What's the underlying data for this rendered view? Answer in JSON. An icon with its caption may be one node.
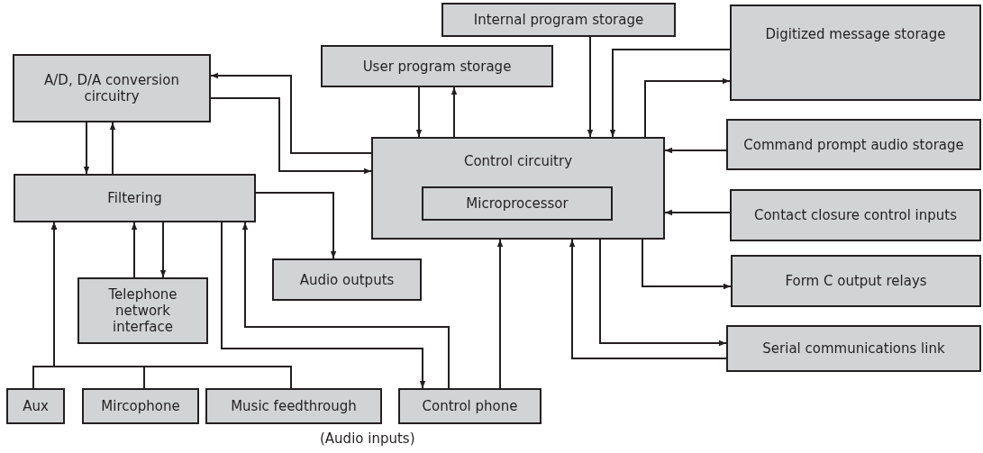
{
  "diagram": {
    "nodes": [
      {
        "text": [
          "Internal program storage"
        ]
      },
      {
        "text": [
          "Digitized message storage"
        ]
      },
      {
        "text": [
          "A/D, D/A conversion circuitry"
        ]
      },
      {
        "text": [
          "User program storage"
        ]
      },
      {
        "text": [
          "Control circuitry"
        ]
      },
      {
        "text": [
          "Microprocessor"
        ],
        "in": 4
      },
      {
        "text": [
          "Command prompt audio storage"
        ]
      },
      {
        "text": [
          "Filtering"
        ]
      },
      {
        "text": [
          "Contact closure control inputs"
        ]
      },
      {
        "text": [
          "Audio outputs"
        ]
      },
      {
        "text": [
          "Form C output relays"
        ]
      },
      {
        "text": [
          "Telephone network interface"
        ]
      },
      {
        "text": [
          "Serial communications link"
        ]
      },
      {
        "text": [
          "Aux"
        ]
      },
      {
        "text": [
          "Mircophone"
        ]
      },
      {
        "text": [
          "Music feedthrough"
        ]
      },
      {
        "text": [
          "Control phone"
        ]
      }
    ],
    "edges": [
      {
        "from": 4,
        "to": 2,
        "arrow": "to"
      },
      {
        "from": 2,
        "to": 4,
        "arrow": "to"
      },
      {
        "from": 3,
        "to": 4,
        "arrow": "to"
      },
      {
        "from": 4,
        "to": 3,
        "arrow": "to"
      },
      {
        "from": 0,
        "to": 4,
        "arrow": "to"
      },
      {
        "from": 1,
        "to": 4,
        "arrow": "to"
      },
      {
        "from": 4,
        "to": 1,
        "arrow": "to"
      },
      {
        "from": 6,
        "to": 4,
        "arrow": "to"
      },
      {
        "from": 8,
        "to": 4,
        "arrow": "to"
      },
      {
        "from": 4,
        "to": 10,
        "arrow": "to"
      },
      {
        "from": 4,
        "to": 12,
        "arrow": "to"
      },
      {
        "from": 12,
        "to": 4,
        "arrow": "to"
      },
      {
        "from": 16,
        "to": 4,
        "arrow": "to"
      },
      {
        "from": 16,
        "to": 7,
        "arrow": "to"
      },
      {
        "from": 7,
        "to": 16,
        "arrow": "to"
      },
      {
        "from": 7,
        "to": 2,
        "arrow": "to"
      },
      {
        "from": 2,
        "to": 7,
        "arrow": "to"
      },
      {
        "from": 7,
        "to": 9,
        "arrow": "to"
      },
      {
        "from": 7,
        "to": 11,
        "arrow": "to"
      },
      {
        "from": 11,
        "to": 7,
        "arrow": "to"
      },
      {
        "from": 13,
        "to": 7,
        "arrow": "to"
      },
      {
        "from": 14,
        "to": 7,
        "arrow": "to"
      },
      {
        "from": 15,
        "to": 7,
        "arrow": "to"
      }
    ],
    "labels": [
      "(Audio inputs)"
    ]
  }
}
